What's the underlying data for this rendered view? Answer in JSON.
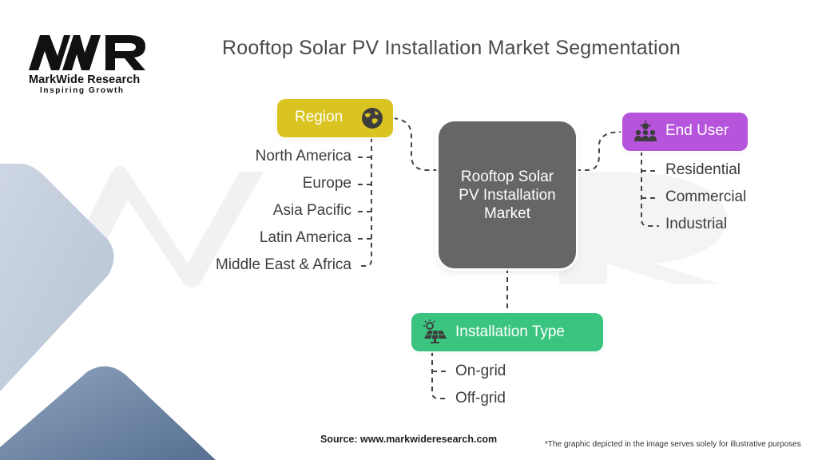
{
  "brand": {
    "logo_text": "MWR",
    "name": "MarkWide Research",
    "tagline": "Inspiring Growth"
  },
  "title": "Rooftop Solar PV Installation Market Segmentation",
  "center_node": {
    "label": "Rooftop Solar PV Installation Market",
    "color": "#666666"
  },
  "segments": {
    "region": {
      "label": "Region",
      "icon": "globe-icon",
      "color": "#d9c422",
      "items": [
        "North America",
        "Europe",
        "Asia Pacific",
        "Latin America",
        "Middle East & Africa"
      ]
    },
    "end_user": {
      "label": "End User",
      "icon": "people-icon",
      "color": "#b654dc",
      "items": [
        "Residential",
        "Commercial",
        "Industrial"
      ]
    },
    "installation_type": {
      "label": "Installation Type",
      "icon": "solar-panel-icon",
      "color": "#3bc47f",
      "items": [
        "On-grid",
        "Off-grid"
      ]
    }
  },
  "footer": {
    "source": "Source: www.markwideresearch.com",
    "note": "*The graphic depicted in the image serves solely for illustrative purposes"
  }
}
